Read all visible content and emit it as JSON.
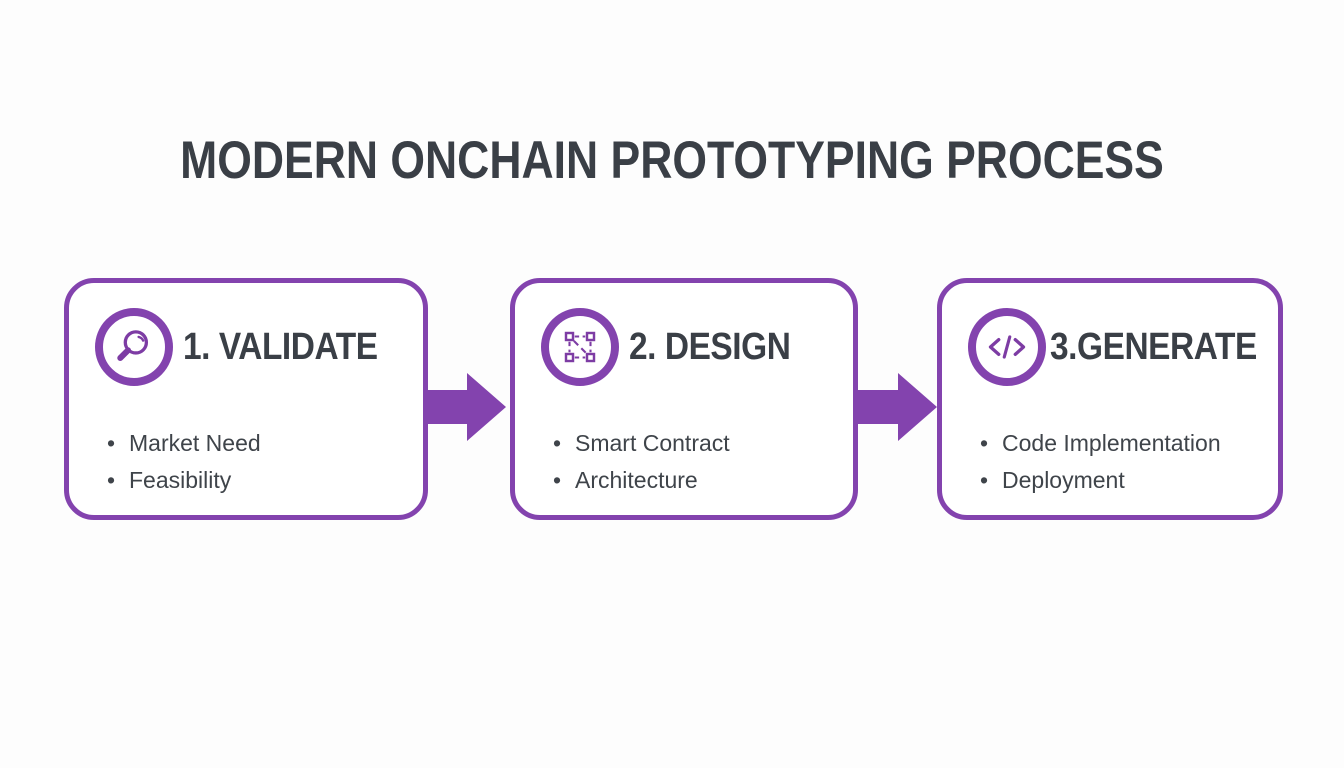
{
  "title": "MODERN ONCHAIN PROTOTYPING PROCESS",
  "colors": {
    "purple": "#8343ae",
    "heading": "#3a3f46",
    "body": "#3f444a",
    "background": "#fdfdfd"
  },
  "steps": [
    {
      "icon": "magnifier-icon",
      "label": "1. VALIDATE",
      "bullets": [
        "Market Need",
        "Feasibility"
      ]
    },
    {
      "icon": "vector-design-icon",
      "label": "2. DESIGN",
      "bullets": [
        "Smart Contract",
        "Architecture"
      ]
    },
    {
      "icon": "code-icon",
      "label": "3.GENERATE",
      "bullets": [
        "Code Implementation",
        "Deployment"
      ]
    }
  ],
  "connectors": [
    "arrow-right",
    "arrow-right"
  ]
}
